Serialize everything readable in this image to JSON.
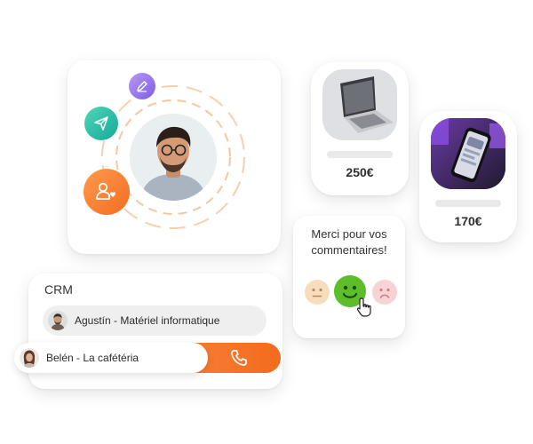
{
  "profile": {
    "actions": [
      {
        "icon": "edit-icon",
        "color": "#7c5ce6"
      },
      {
        "icon": "send-icon",
        "color": "#16a99a"
      },
      {
        "icon": "contact-heart-icon",
        "color": "#f26d1f"
      }
    ]
  },
  "products": [
    {
      "name": "laptop",
      "price": "250€"
    },
    {
      "name": "phone",
      "price": "170€"
    }
  ],
  "feedback": {
    "message": "Merci pour vos commentaires!",
    "faces": [
      "neutral-face-icon",
      "happy-face-icon",
      "sad-face-icon"
    ],
    "selected": "happy"
  },
  "crm": {
    "title": "CRM",
    "contacts": [
      {
        "label": "Agustín - Matériel informatique"
      },
      {
        "label": "Belén - La cafétéria"
      }
    ],
    "call_icon": "phone-icon",
    "accent": "#f36b1f"
  }
}
